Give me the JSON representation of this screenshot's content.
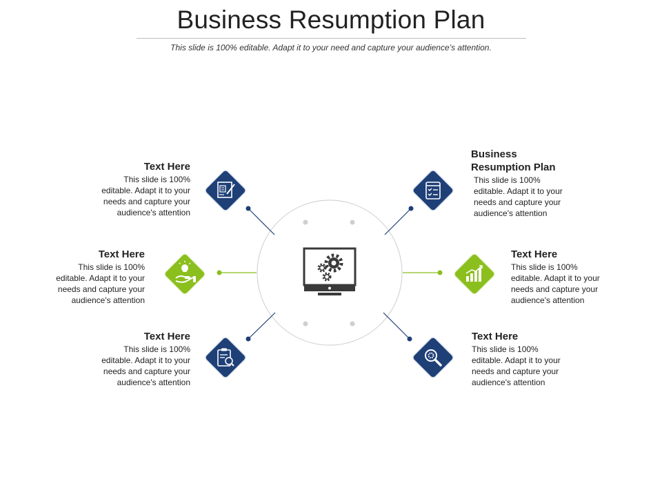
{
  "title": "Business Resumption Plan",
  "subtitle": "This slide is 100% editable. Adapt it to your need and capture your audience’s attention.",
  "colors": {
    "navy": "#1f3f77",
    "green": "#8bbf1e",
    "ring": "#d5d5d5",
    "dot": "#cfcfcf",
    "monitor": "#3a3a3a"
  },
  "items": [
    {
      "heading": "Text Here",
      "body": [
        "This slide is 100%",
        "editable. Adapt it to your",
        "needs and capture your",
        "audience's attention"
      ],
      "icon": "calculator-document-icon",
      "color": "navy"
    },
    {
      "heading": "Text Here",
      "body": [
        "This slide is 100%",
        "editable. Adapt it to your",
        "needs and capture your",
        "audience's attention"
      ],
      "icon": "lightbulb-hand-icon",
      "color": "green"
    },
    {
      "heading": "Text Here",
      "body": [
        "This slide is 100%",
        "editable. Adapt it to your",
        "needs and capture your",
        "audience's attention"
      ],
      "icon": "clipboard-search-icon",
      "color": "navy"
    },
    {
      "heading": "Business Resumption Plan",
      "heading_lines": [
        "Business",
        "Resumption Plan"
      ],
      "body": [
        "This slide is 100%",
        "editable. Adapt it to your",
        "needs and capture your",
        "audience's attention"
      ],
      "icon": "checklist-icon",
      "color": "navy"
    },
    {
      "heading": "Text Here",
      "body": [
        "This slide is 100%",
        "editable. Adapt it to your",
        "needs and capture your",
        "audience's attention"
      ],
      "icon": "bar-chart-growth-icon",
      "color": "green"
    },
    {
      "heading": "Text Here",
      "body": [
        "This slide is 100%",
        "editable. Adapt it to your",
        "needs and capture your",
        "audience's attention"
      ],
      "icon": "magnifier-gear-icon",
      "color": "navy"
    }
  ],
  "center_icon": "monitor-gears-icon"
}
